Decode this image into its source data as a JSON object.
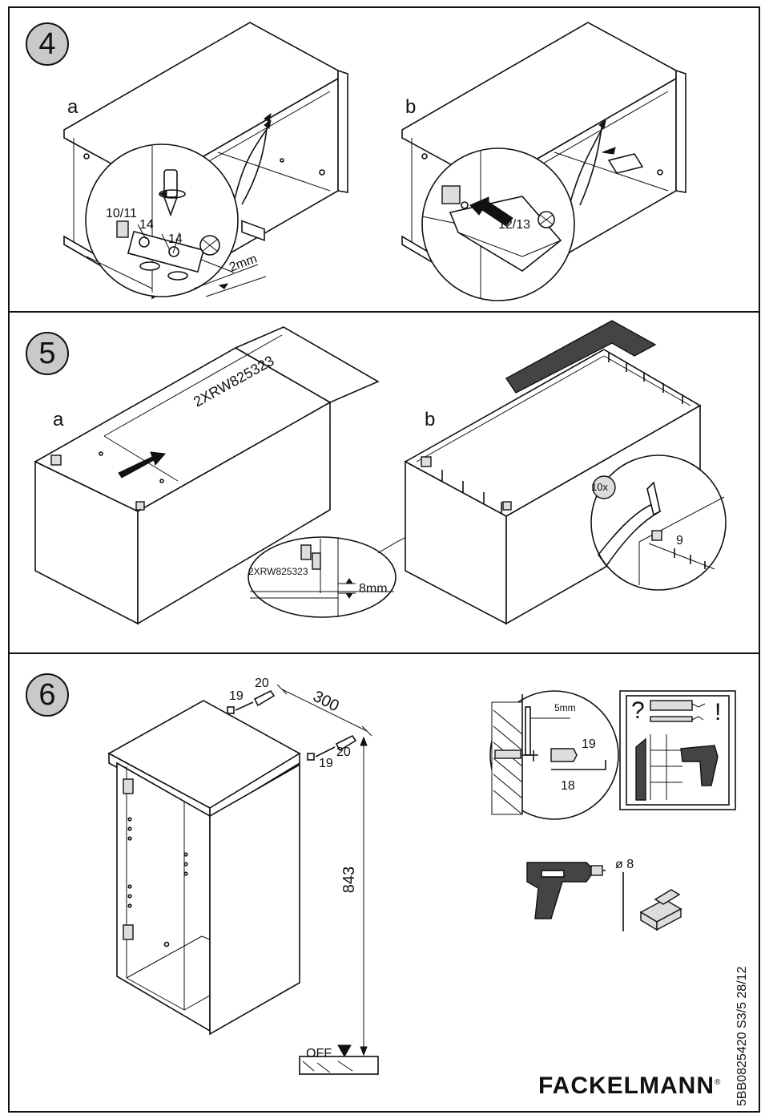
{
  "steps": {
    "s4": {
      "number": "4",
      "sub_a": "a",
      "sub_b": "b",
      "part_10_11": "10/11",
      "part_14a": "14",
      "part_14b": "14",
      "gap": "2mm",
      "part_12_13": "12/13"
    },
    "s5": {
      "number": "5",
      "sub_a": "a",
      "sub_b": "b",
      "panel_code": "2XRW825323",
      "detail_code": "2XRW825323",
      "offset": "8mm",
      "count": "10x",
      "part_9": "9"
    },
    "s6": {
      "number": "6",
      "part_19a": "19",
      "part_20a": "20",
      "spacing": "300",
      "part_19b": "19",
      "part_20b": "20",
      "height": "843",
      "floor": "OFF",
      "wall_gap": "5mm",
      "part_19c": "19",
      "part_18": "18",
      "warn_q": "?",
      "warn_ex": "!",
      "drill_bit": "ø 8"
    }
  },
  "footer": {
    "doc_code": "5BB0825420 S3/5 28/12",
    "brand": "FACKELMANN",
    "brand_mark": "®"
  }
}
